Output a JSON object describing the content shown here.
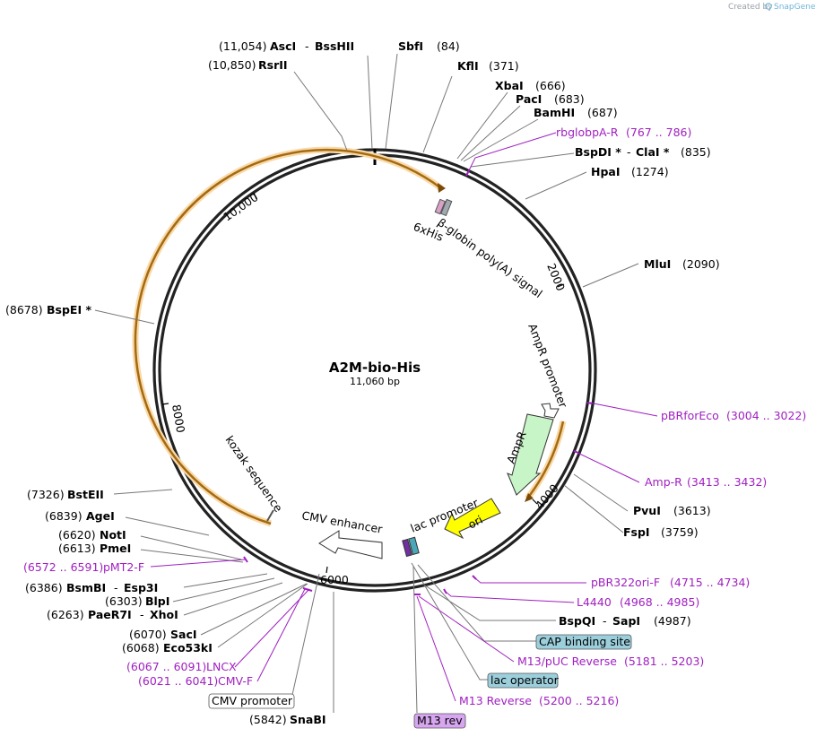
{
  "credit": {
    "prefix": "Created by",
    "brand": "SnapGene"
  },
  "title": "A2M-bio-His",
  "length_label": "11,060 bp",
  "ticks": [
    "10,000",
    "2000",
    "4000",
    "6000",
    "8000"
  ],
  "features": {
    "six_his": "6xHis",
    "bglobin": "β-globin poly(A) signal",
    "ampr_promoter": "AmpR promoter",
    "ampr": "AmpR",
    "ori": "ori",
    "lac_promoter": "lac promoter",
    "cmv_enhancer": "CMV enhancer",
    "kozak": "kozak sequence"
  },
  "enzymes": {
    "asci_pos": "(11,054)",
    "asci": "AscI",
    "bsshii": "BssHII",
    "sbfi": "SbfI",
    "sbfi_pos": "(84)",
    "rsrii_pos": "(10,850)",
    "rsrii": "RsrII",
    "kfli": "KflI",
    "kfli_pos": "(371)",
    "xbai": "XbaI",
    "xbai_pos": "(666)",
    "paci": "PacI",
    "paci_pos": "(683)",
    "bamhi": "BamHI",
    "bamhi_pos": "(687)",
    "bspdi": "BspDI *",
    "clai": "ClaI *",
    "bspdi_pos": "(835)",
    "hpai": "HpaI",
    "hpai_pos": "(1274)",
    "mlui": "MluI",
    "mlui_pos": "(2090)",
    "bspei_pos": "(8678)",
    "bspei": "BspEI *",
    "pvui": "PvuI",
    "pvui_pos": "(3613)",
    "fspi": "FspI",
    "fspi_pos": "(3759)",
    "bsteii_pos": "(7326)",
    "bsteii": "BstEII",
    "agei_pos": "(6839)",
    "agei": "AgeI",
    "noti_pos": "(6620)",
    "noti": "NotI",
    "pmei_pos": "(6613)",
    "pmei": "PmeI",
    "bsmbi_pos": "(6386)",
    "bsmbi": "BsmBI",
    "esp3i": "Esp3I",
    "blpi_pos": "(6303)",
    "blpi": "BlpI",
    "paer7i_pos": "(6263)",
    "paer7i": "PaeR7I",
    "xhoi": "XhoI",
    "saci_pos": "(6070)",
    "saci": "SacI",
    "eco53ki_pos": "(6068)",
    "eco53ki": "Eco53kI",
    "bspqi": "BspQI",
    "sapi": "SapI",
    "bspqi_pos": "(4987)",
    "snabi_pos": "(5842)",
    "snabi": "SnaBI"
  },
  "primers": {
    "rbglobpa": "rbglobpA-R",
    "rbglobpa_pos": "(767 .. 786)",
    "pbrforeco": "pBRforEco",
    "pbrforeco_pos": "(3004 .. 3022)",
    "ampr": "Amp-R",
    "ampr_pos": "(3413 .. 3432)",
    "pmt2_pos": "(6572 .. 6591)",
    "pmt2": "pMT2-F",
    "pbr322": "pBR322ori-F",
    "pbr322_pos": "(4715 .. 4734)",
    "l4440": "L4440",
    "l4440_pos": "(4968 .. 4985)",
    "m13puc": "M13/pUC Reverse",
    "m13puc_pos": "(5181 .. 5203)",
    "m13rev": "M13 Reverse",
    "m13rev_pos": "(5200 .. 5216)",
    "lncx_pos": "(6067 .. 6091)",
    "lncx": "LNCX",
    "cmvf_pos": "(6021 .. 6041)",
    "cmvf": "CMV-F"
  },
  "boxes": {
    "cap": "CAP binding site",
    "lac_operator": "lac operator",
    "cmv_promoter": "CMV promoter",
    "m13_rev": "M13 rev"
  },
  "colors": {
    "orange_arrow": "#f2a33a",
    "ampr_green": "#c8f5c8",
    "ori_yellow": "#ffff00",
    "primer_purple": "#a020c0",
    "box_blue": "#9ccfdc",
    "box_purple": "#d7a6f0"
  }
}
